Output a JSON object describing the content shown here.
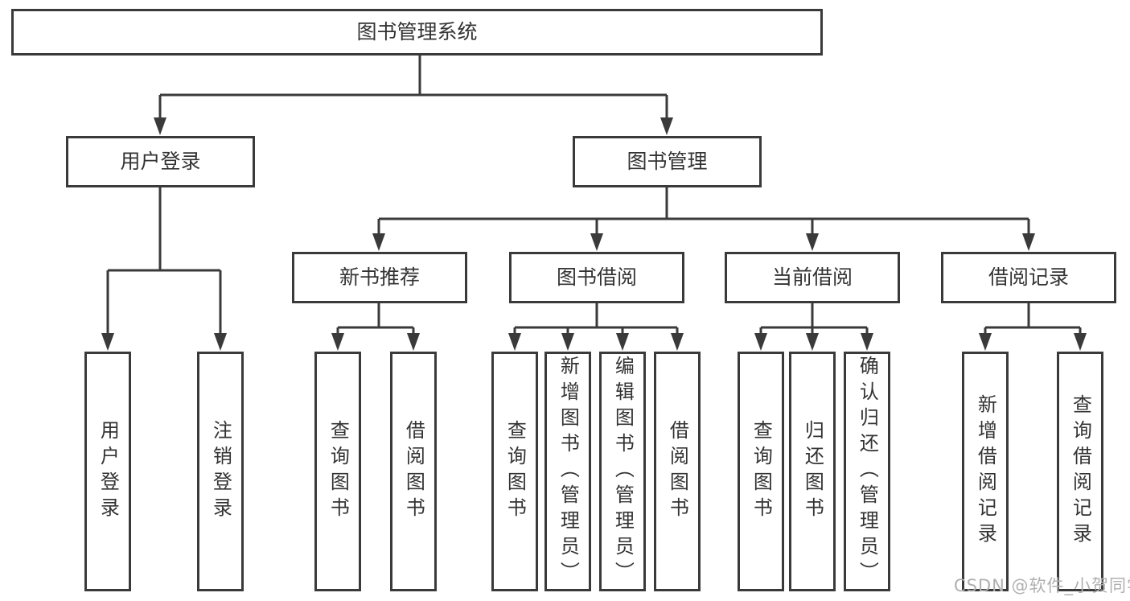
{
  "diagram": {
    "type": "hierarchy",
    "watermark": "CSDN @软件_小贺同学",
    "colors": {
      "line": "#3a3a3a",
      "box_border": "#3a3a3a",
      "text": "#333333",
      "background": "#ffffff",
      "watermark": "#b0b0b0"
    },
    "tree": {
      "label": "图书管理系统",
      "children": [
        {
          "label": "用户登录",
          "children": [
            {
              "label": "用户登录"
            },
            {
              "label": "注销登录"
            }
          ]
        },
        {
          "label": "图书管理",
          "children": [
            {
              "label": "新书推荐",
              "children": [
                {
                  "label": "查询图书"
                },
                {
                  "label": "借阅图书"
                }
              ]
            },
            {
              "label": "图书借阅",
              "children": [
                {
                  "label": "查询图书"
                },
                {
                  "label": "新增图书（管理员）"
                },
                {
                  "label": "编辑图书（管理员）"
                },
                {
                  "label": "借阅图书"
                }
              ]
            },
            {
              "label": "当前借阅",
              "children": [
                {
                  "label": "查询图书"
                },
                {
                  "label": "归还图书"
                },
                {
                  "label": "确认归还（管理员）"
                }
              ]
            },
            {
              "label": "借阅记录",
              "children": [
                {
                  "label": "新增借阅记录"
                },
                {
                  "label": "查询借阅记录"
                }
              ]
            }
          ]
        }
      ]
    }
  }
}
